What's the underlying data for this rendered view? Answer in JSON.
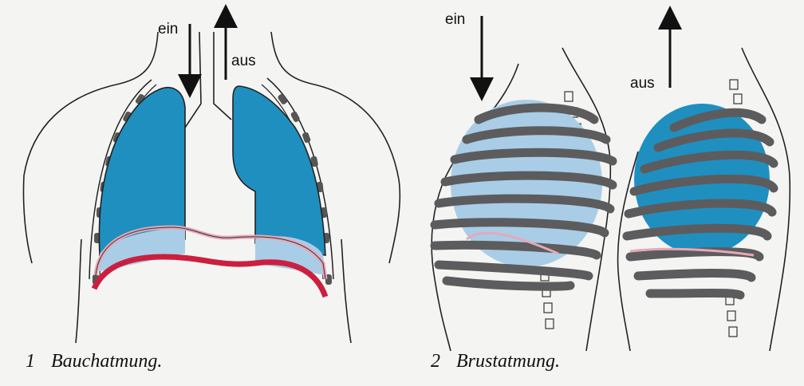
{
  "figure1": {
    "label_in": "ein",
    "label_out": "aus",
    "caption_number": "1",
    "caption_text": "Bauchatmung."
  },
  "figure2": {
    "label_in": "ein",
    "label_out": "aus",
    "caption_number": "2",
    "caption_text": "Brustatmung."
  },
  "colors": {
    "lung_full": "#1f8fc0",
    "lung_light": "#a9cde6",
    "diaphragm": "#cc1f3f",
    "diaphragm_light": "#e7a8b8",
    "rib": "#5c5c5e",
    "outline": "#222222",
    "background": "#f4f4f2"
  }
}
